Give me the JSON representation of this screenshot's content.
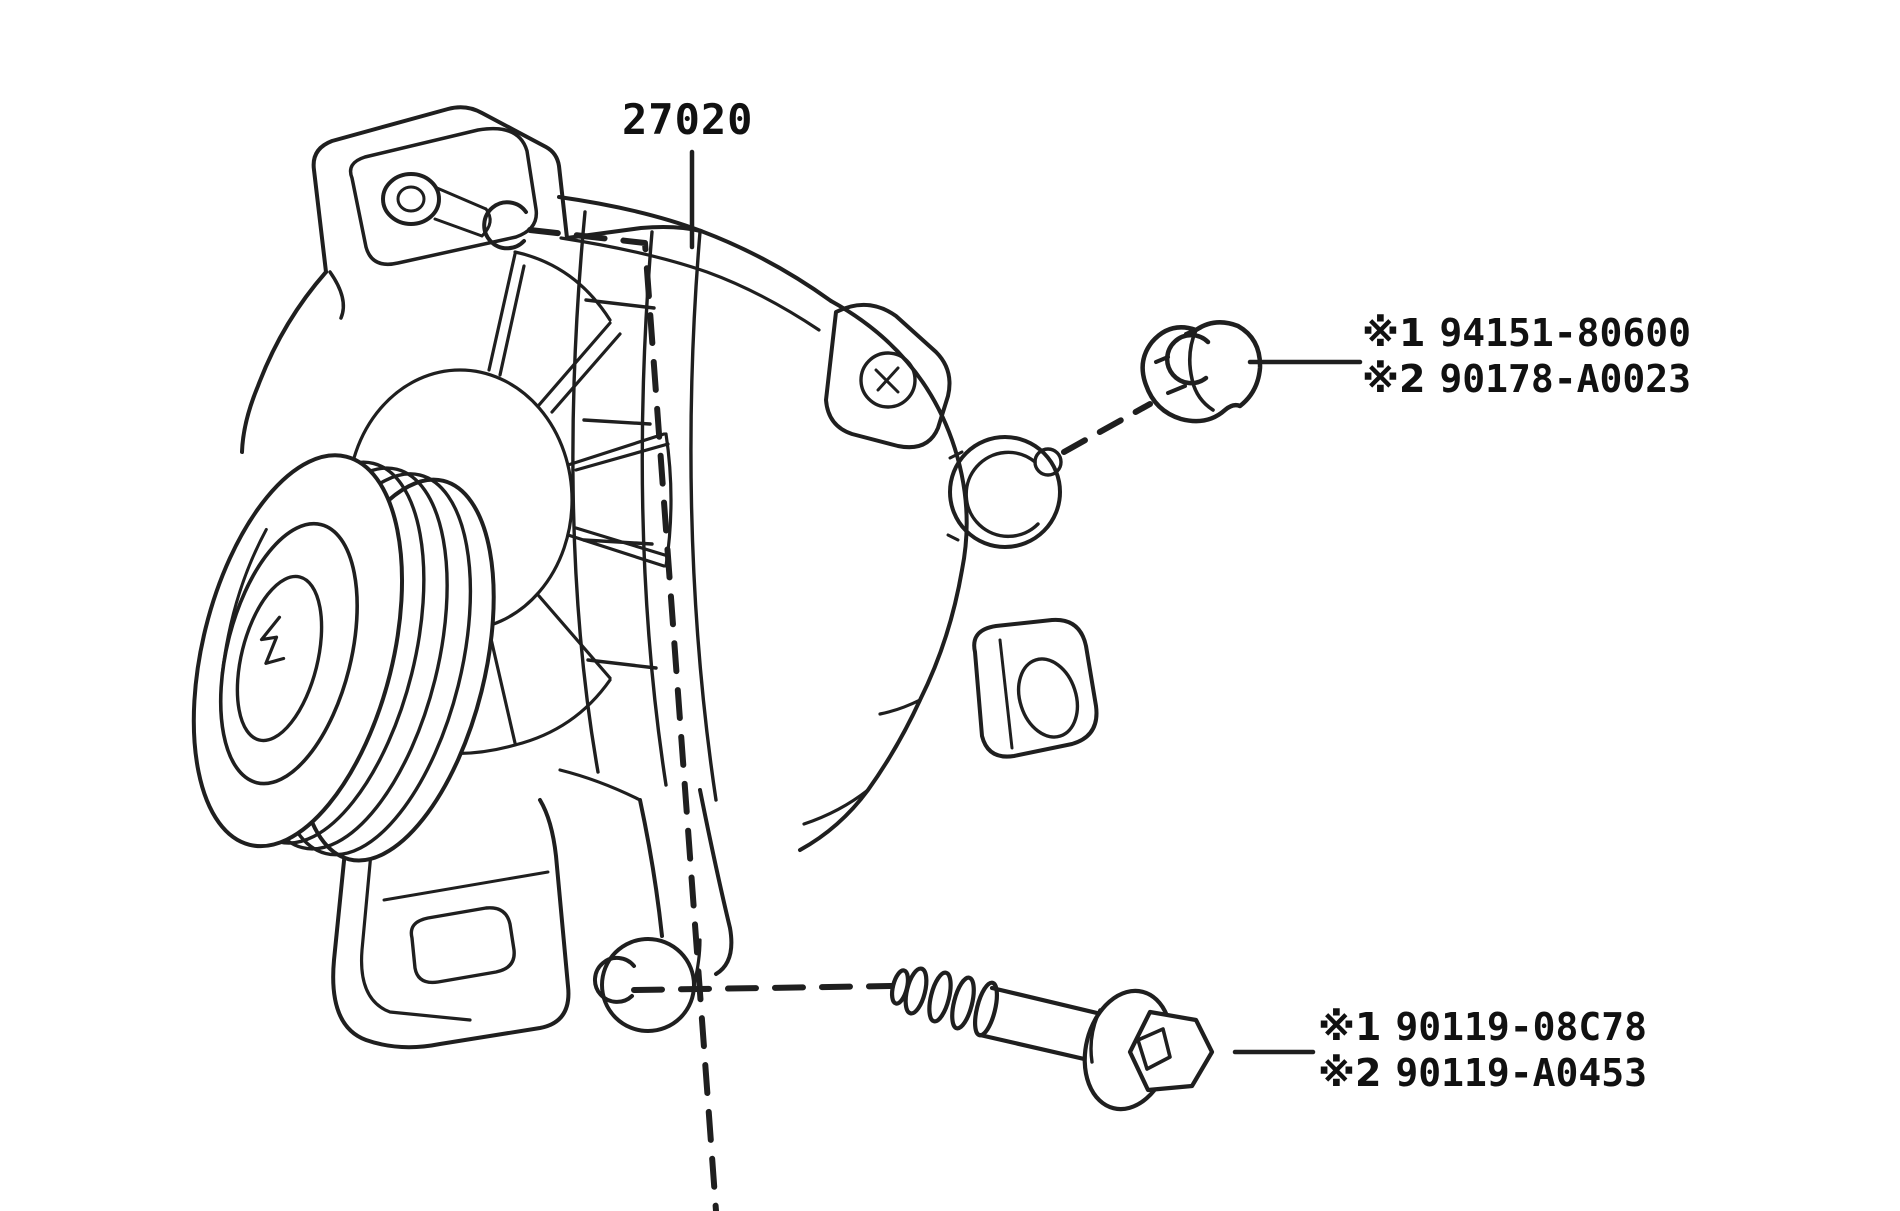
{
  "page": {
    "background": "#ffffff",
    "line_color": "#1f1f1f"
  },
  "diagram": {
    "main_part": {
      "name": "alternator-assembly",
      "part_number": "27020"
    },
    "fastener_callouts": [
      {
        "name": "terminal-nut",
        "rows": [
          {
            "marker": "※1",
            "part_number": "94151-80600"
          },
          {
            "marker": "※2",
            "part_number": "90178-A0023"
          }
        ]
      },
      {
        "name": "mount-bolt",
        "rows": [
          {
            "marker": "※1",
            "part_number": "90119-08C78"
          },
          {
            "marker": "※2",
            "part_number": "90119-A0453"
          }
        ]
      }
    ]
  }
}
